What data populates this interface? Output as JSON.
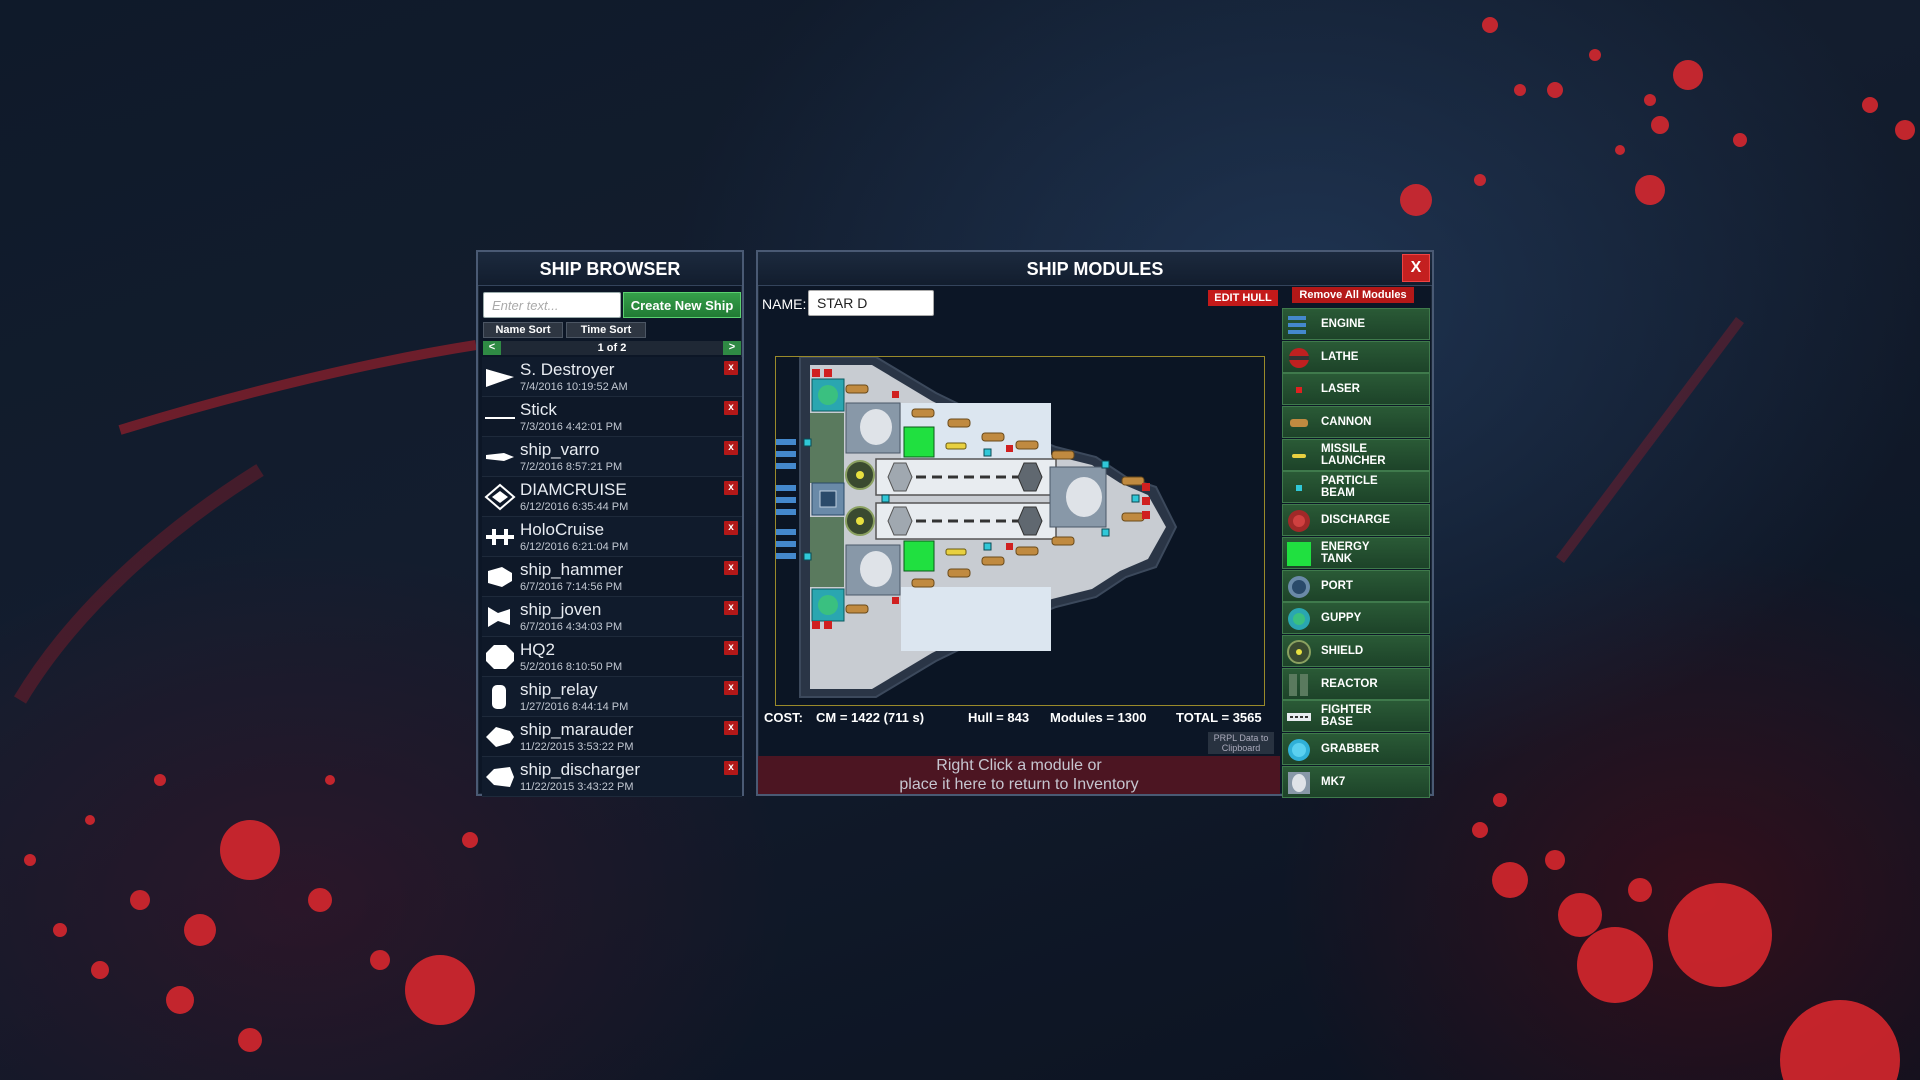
{
  "ship_browser": {
    "title": "SHIP BROWSER",
    "search_placeholder": "Enter text...",
    "create_label": "Create New Ship",
    "name_sort_label": "Name Sort",
    "time_sort_label": "Time Sort",
    "prev_label": "<",
    "next_label": ">",
    "page_label": "1 of 2",
    "delete_label": "x",
    "ships": [
      {
        "name": "S. Destroyer",
        "date": "7/4/2016 10:19:52 AM",
        "icon": "destroyer-silhouette"
      },
      {
        "name": "Stick",
        "date": "7/3/2016 4:42:01 PM",
        "icon": "stick-silhouette"
      },
      {
        "name": "ship_varro",
        "date": "7/2/2016 8:57:21 PM",
        "icon": "varro-silhouette"
      },
      {
        "name": "DIAMCRUISE",
        "date": "6/12/2016 6:35:44 PM",
        "icon": "diamond-silhouette"
      },
      {
        "name": "HoloCruise",
        "date": "6/12/2016 6:21:04 PM",
        "icon": "holo-silhouette"
      },
      {
        "name": "ship_hammer",
        "date": "6/7/2016 7:14:56 PM",
        "icon": "hammer-silhouette"
      },
      {
        "name": "ship_joven",
        "date": "6/7/2016 4:34:03 PM",
        "icon": "joven-silhouette"
      },
      {
        "name": "HQ2",
        "date": "5/2/2016 8:10:50 PM",
        "icon": "hq-silhouette"
      },
      {
        "name": "ship_relay",
        "date": "1/27/2016 8:44:14 PM",
        "icon": "relay-silhouette"
      },
      {
        "name": "ship_marauder",
        "date": "11/22/2015 3:53:22 PM",
        "icon": "marauder-silhouette"
      },
      {
        "name": "ship_discharger",
        "date": "11/22/2015 3:43:22 PM",
        "icon": "discharger-silhouette"
      }
    ]
  },
  "ship_modules": {
    "title": "SHIP MODULES",
    "close_label": "X",
    "name_label": "NAME:",
    "name_value": "STAR D",
    "edit_hull_label": "EDIT HULL",
    "remove_all_label": "Remove All Modules",
    "cost": {
      "label": "COST:",
      "cm": "CM = 1422 (711 s)",
      "hull": "Hull = 843",
      "modules": "Modules = 1300",
      "total": "TOTAL = 3565"
    },
    "prpl_copy": "PRPL Data to Clipboard",
    "return_hint": "Right Click a module or place it here to return to Inventory",
    "inventory": [
      {
        "label": "ENGINE",
        "icon": "engine-icon"
      },
      {
        "label": "LATHE",
        "icon": "lathe-icon"
      },
      {
        "label": "LASER",
        "icon": "laser-icon"
      },
      {
        "label": "CANNON",
        "icon": "cannon-icon"
      },
      {
        "label": "MISSILE LAUNCHER",
        "icon": "missile-launcher-icon"
      },
      {
        "label": "PARTICLE BEAM",
        "icon": "particle-beam-icon"
      },
      {
        "label": "DISCHARGE",
        "icon": "discharge-icon"
      },
      {
        "label": "ENERGY TANK",
        "icon": "energy-tank-icon"
      },
      {
        "label": "PORT",
        "icon": "port-icon"
      },
      {
        "label": "GUPPY",
        "icon": "guppy-icon"
      },
      {
        "label": "SHIELD",
        "icon": "shield-icon"
      },
      {
        "label": "REACTOR",
        "icon": "reactor-icon"
      },
      {
        "label": "FIGHTER BASE",
        "icon": "fighter-base-icon"
      },
      {
        "label": "GRABBER",
        "icon": "grabber-icon"
      },
      {
        "label": "MK7",
        "icon": "mk7-icon"
      }
    ]
  },
  "colors": {
    "accent_green": "#2f8a44",
    "danger_red": "#c42020",
    "energy_tank": "#20e040",
    "hull": "#c8ccd2"
  }
}
